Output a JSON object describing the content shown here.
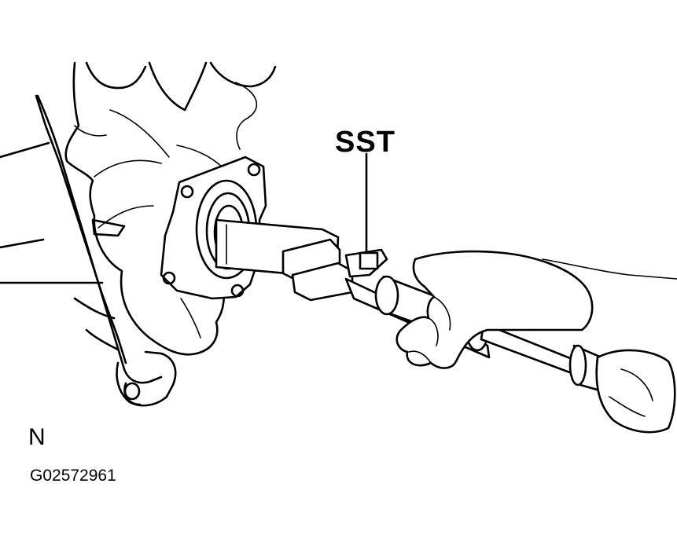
{
  "labels": {
    "sst": "SST",
    "view": "N",
    "figure_id": "G02572961"
  }
}
